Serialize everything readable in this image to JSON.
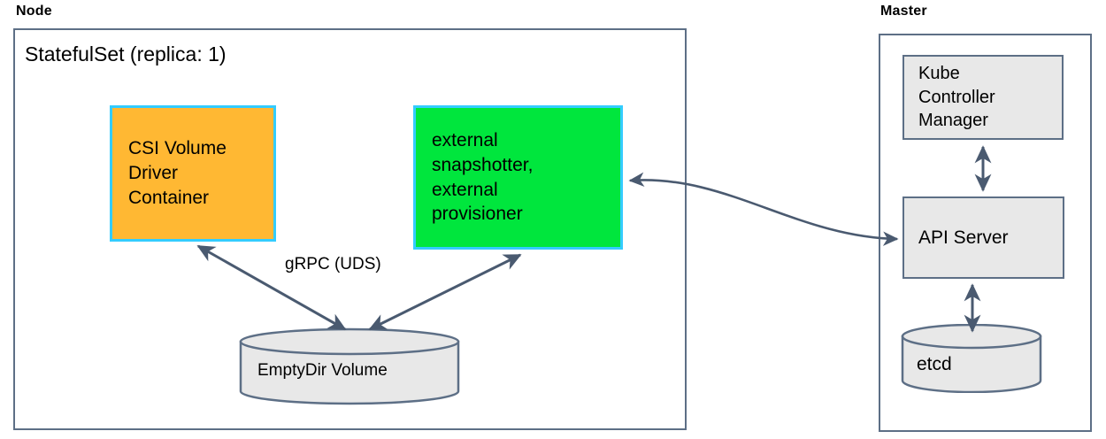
{
  "diagram": {
    "title_node": "Node",
    "title_master": "Master",
    "statefulset_label": "StatefulSet (replica: 1)",
    "edge_label_grpc": "gRPC (UDS)"
  },
  "node": {
    "csi_box": {
      "label": "CSI Volume\nDriver\nContainer",
      "fill": "#ffb833",
      "stroke": "#33ccff"
    },
    "external_box": {
      "label": "external\nsnapshotter,\nexternal\nprovisioner",
      "fill": "#00e63d",
      "stroke": "#33ccff"
    },
    "emptydir": {
      "label": "EmptyDir Volume",
      "fill": "#e8e8e8",
      "stroke": "#5d6f86"
    }
  },
  "master": {
    "kube_controller_manager": {
      "label": "Kube\nController\nManager",
      "fill": "#e8e8e8",
      "stroke": "#5d6f86"
    },
    "api_server": {
      "label": "API Server",
      "fill": "#e8e8e8",
      "stroke": "#5d6f86"
    },
    "etcd": {
      "label": "etcd",
      "fill": "#e8e8e8",
      "stroke": "#5d6f86"
    }
  },
  "style": {
    "panel_border": "#5d6f86",
    "arrow_color": "#4a5a70",
    "background": "#ffffff"
  }
}
